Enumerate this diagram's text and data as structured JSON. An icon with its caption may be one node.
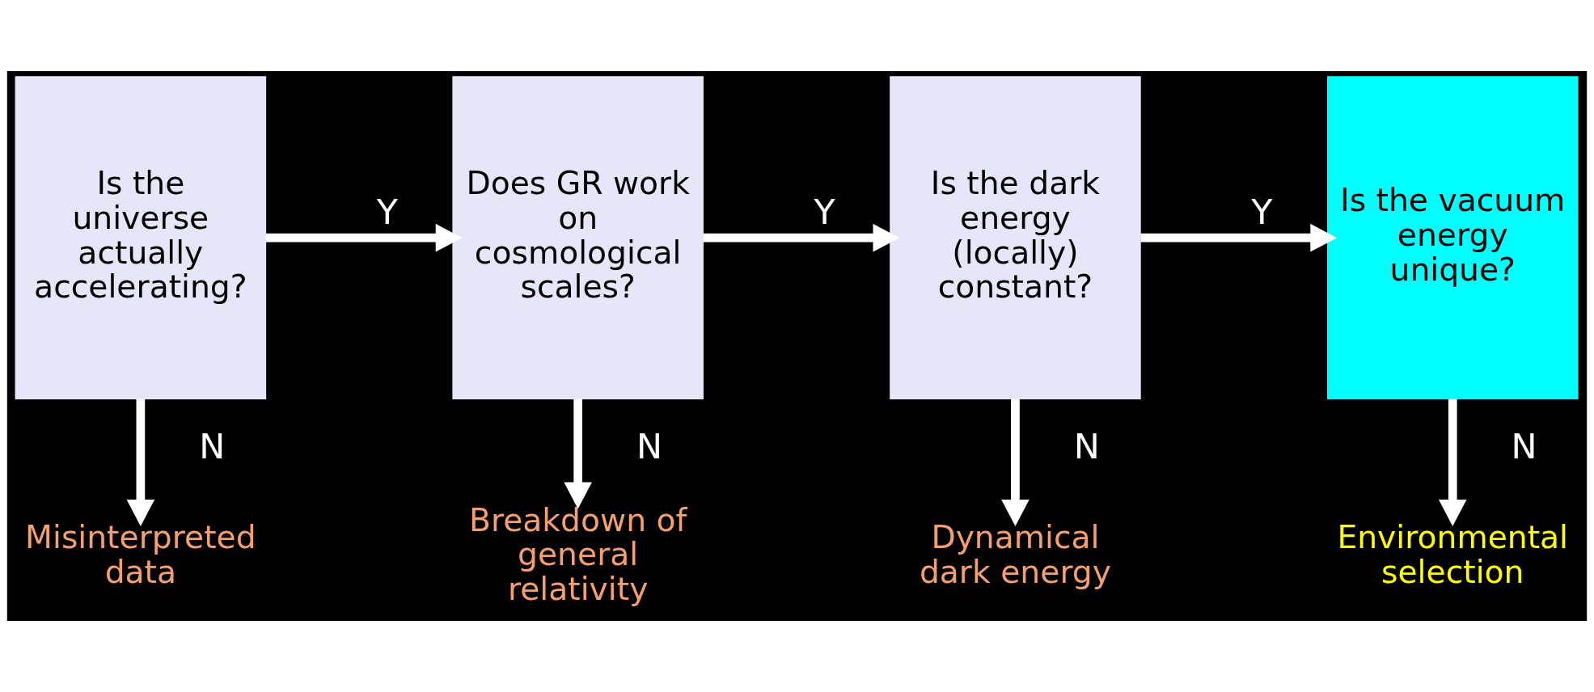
{
  "diagram": {
    "nodes": [
      {
        "text": [
          "Is the universe actually accelerating?"
        ]
      },
      {
        "text": [
          "Does GR work on cosmological scales?"
        ]
      },
      {
        "text": [
          "Is the dark energy (locally) constant?"
        ]
      },
      {
        "text": [
          "Is the vacuum energy unique?"
        ]
      },
      {
        "text": [
          "Misinterpreted data"
        ]
      },
      {
        "text": [
          "Breakdown of general relativity"
        ]
      },
      {
        "text": [
          "Dynamical dark energy"
        ]
      },
      {
        "text": [
          "Environmental selection"
        ]
      }
    ],
    "edges": [
      {
        "from": 0,
        "to": 1,
        "arrow": "to",
        "label": "Y"
      },
      {
        "from": 1,
        "to": 2,
        "arrow": "to",
        "label": "Y"
      },
      {
        "from": 2,
        "to": 3,
        "arrow": "to",
        "label": "Y"
      },
      {
        "from": 0,
        "to": 4,
        "arrow": "to",
        "label": "N"
      },
      {
        "from": 1,
        "to": 5,
        "arrow": "to",
        "label": "N"
      },
      {
        "from": 2,
        "to": 6,
        "arrow": "to",
        "label": "N"
      },
      {
        "from": 3,
        "to": 7,
        "arrow": "to",
        "label": "N"
      }
    ]
  }
}
